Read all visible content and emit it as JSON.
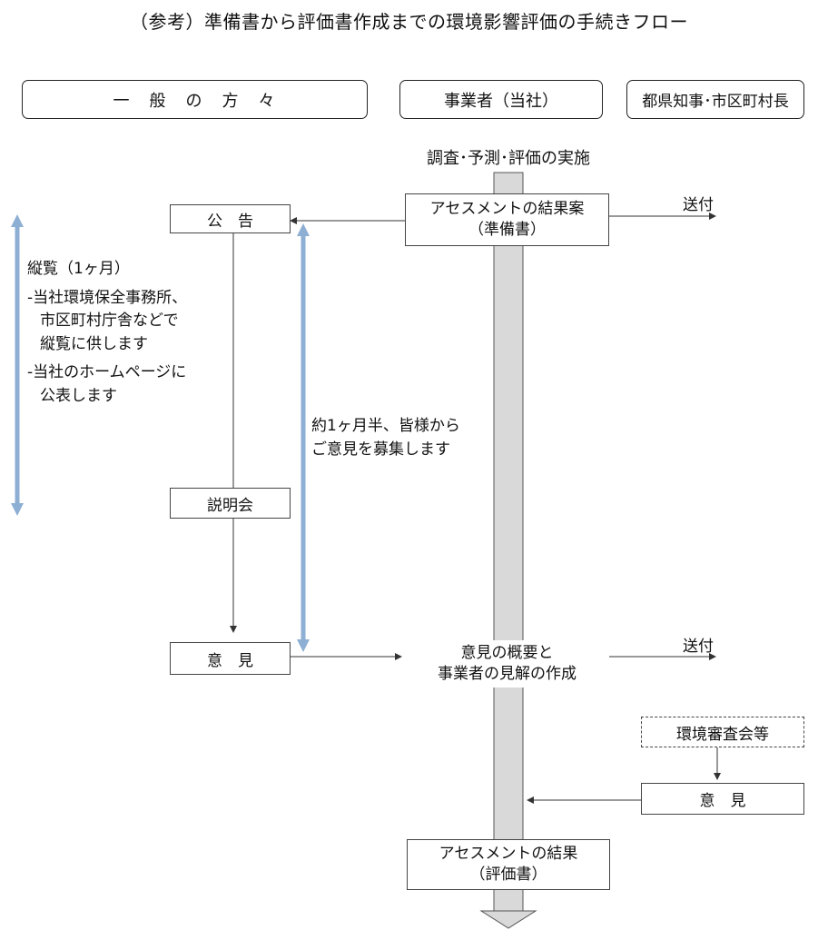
{
  "title": "（参考）準備書から評価書作成までの環境影響評価の手続きフロー",
  "headers": {
    "public": "一　般　の　方　々",
    "company": "事業者（当社）",
    "governor": "都県知事･市区町村長"
  },
  "company_flow": {
    "survey_label": "調査･予測･評価の実施",
    "draft_line1": "アセスメントの結果案",
    "draft_line2": "（準備書）",
    "summary_line1": "意見の概要と",
    "summary_line2": "事業者の見解の作成",
    "final_line1": "アセスメントの結果",
    "final_line2": "（評価書）"
  },
  "public_flow": {
    "announcement": "公　告",
    "briefing": "説明会",
    "opinion": "意　見"
  },
  "inspection_note": {
    "line1": "縦覧（1ヶ月）",
    "line2": "-当社環境保全事務所、",
    "line3": "市区町村庁舎などで",
    "line4": "縦覧に供します",
    "line5": "-当社のホームページに",
    "line6": "公表します"
  },
  "comment_period_note": {
    "line1": "約1ヶ月半、皆様から",
    "line2": "ご意見を募集します"
  },
  "government_flow": {
    "send_label_1": "送付",
    "send_label_2": "送付",
    "council": "環境審査会等",
    "opinion": "意　見"
  },
  "colors": {
    "spine_fill": "#d9d9d9",
    "range_arrow": "#8eafd4",
    "line": "#333333"
  }
}
